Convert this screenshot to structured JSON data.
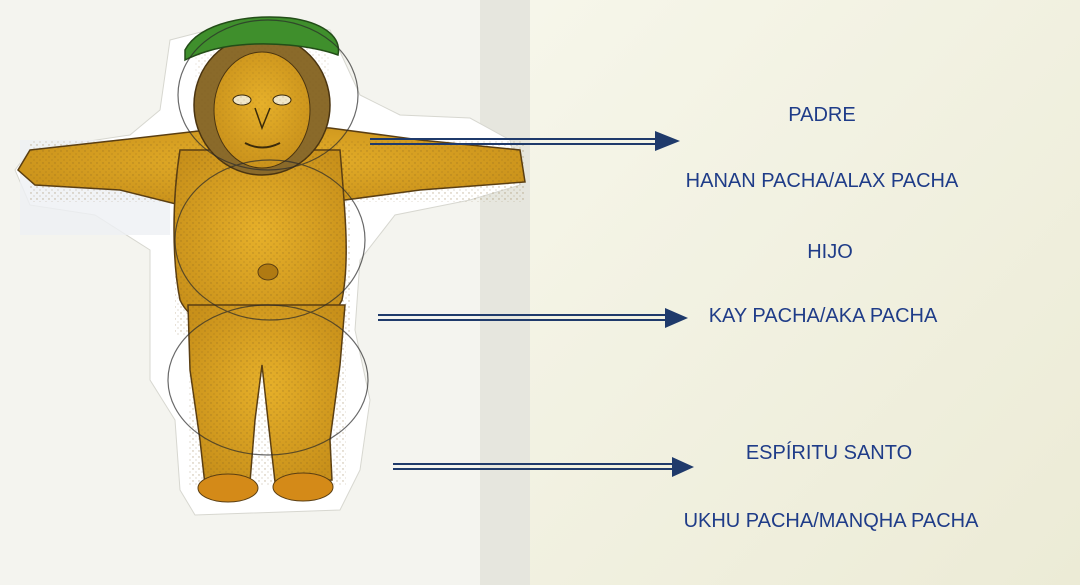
{
  "labels": {
    "padre": "PADRE",
    "hanan": "HANAN PACHA/ALAX PACHA",
    "hijo": "HIJO",
    "kay": "KAY PACHA/AKA PACHA",
    "espiritu": "ESPÍRITU SANTO",
    "ukhu": "UKHU PACHA/MANQHA PACHA"
  },
  "colors": {
    "label_text": "#1f3c88",
    "arrow": "#1f3a6b",
    "figure_body": "#d9a11e",
    "headdress": "#3f8f2c"
  }
}
